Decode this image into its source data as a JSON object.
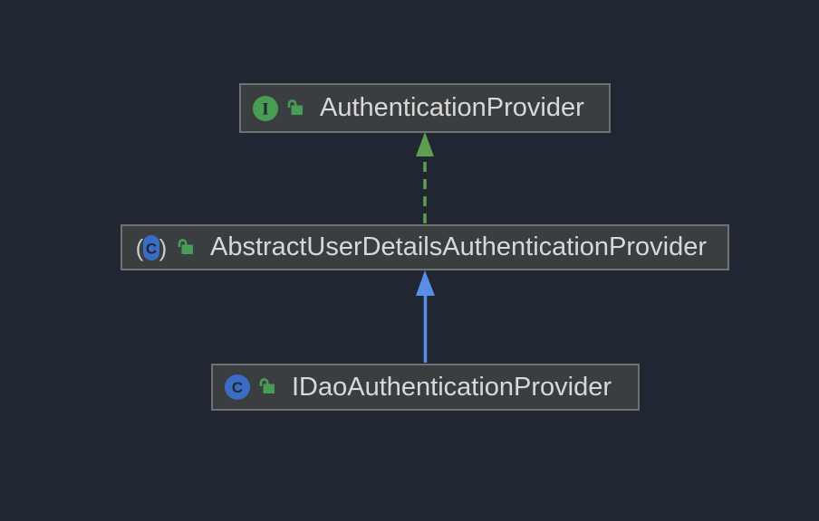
{
  "canvas": {
    "background": "#202732",
    "description": "UML class hierarchy diagram"
  },
  "colors": {
    "node_background": "#3B3E41",
    "node_border": "#707270",
    "label_text": "#D8D8D8",
    "interface_green": "#499C54",
    "lock_green": "#499C54",
    "class_blue": "#3A6CC3",
    "paren_gray": "#C9CCCE",
    "icon_glyph_dark": "#202732",
    "implements_arrow": "#5F9E4F",
    "extends_arrow": "#5A8DE8"
  },
  "diagram": {
    "type": "uml-class-diagram",
    "nodes": [
      {
        "id": "authentication-provider",
        "label": "AuthenticationProvider",
        "kind": "interface",
        "icon": "interface-icon",
        "visibility_icon": "unlocked-icon"
      },
      {
        "id": "abstract-user-details-authentication-provider",
        "label": "AbstractUserDetailsAuthenticationProvider",
        "kind": "abstract-class",
        "icon": "abstract-class-icon",
        "visibility_icon": "unlocked-icon"
      },
      {
        "id": "idao-authentication-provider",
        "label": "IDaoAuthenticationProvider",
        "kind": "class",
        "icon": "class-icon",
        "visibility_icon": "unlocked-icon"
      }
    ],
    "edges": [
      {
        "from": "AbstractUserDetailsAuthenticationProvider",
        "to": "AuthenticationProvider",
        "relation": "implements",
        "style": "dashed",
        "color": "#5F9E4F"
      },
      {
        "from": "IDaoAuthenticationProvider",
        "to": "AbstractUserDetailsAuthenticationProvider",
        "relation": "extends",
        "style": "solid",
        "color": "#5A8DE8"
      }
    ],
    "icon_glyphs": {
      "interface_letter": "I",
      "class_letter": "C",
      "abstract_letter": "C",
      "paren_open": "(",
      "paren_close": ")"
    }
  }
}
